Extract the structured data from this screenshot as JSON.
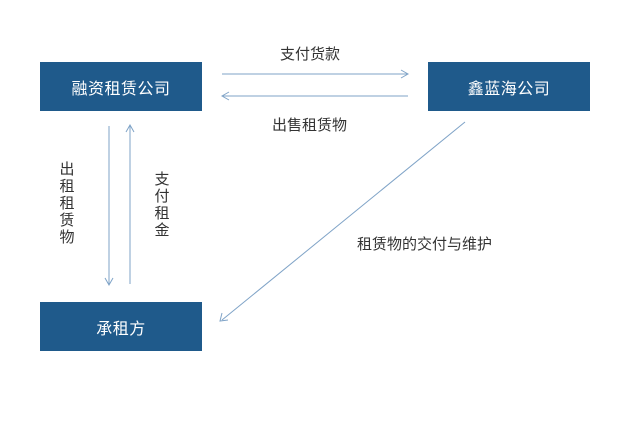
{
  "nodes": {
    "leasing_company": "融资租赁公司",
    "xinlanhai_company": "鑫蓝海公司",
    "lessee": "承租方"
  },
  "edges": {
    "pay_for_goods": "支付货款",
    "sell_leased_goods": "出售租赁物",
    "lease_out_goods": "出租租赁物",
    "pay_rent": "支付租金",
    "deliver_and_maintain": "租赁物的交付与维护"
  },
  "colors": {
    "box_fill": "#1f5a8b",
    "box_text": "#ffffff",
    "arrow": "#7fa3c7",
    "label_text": "#333333"
  }
}
